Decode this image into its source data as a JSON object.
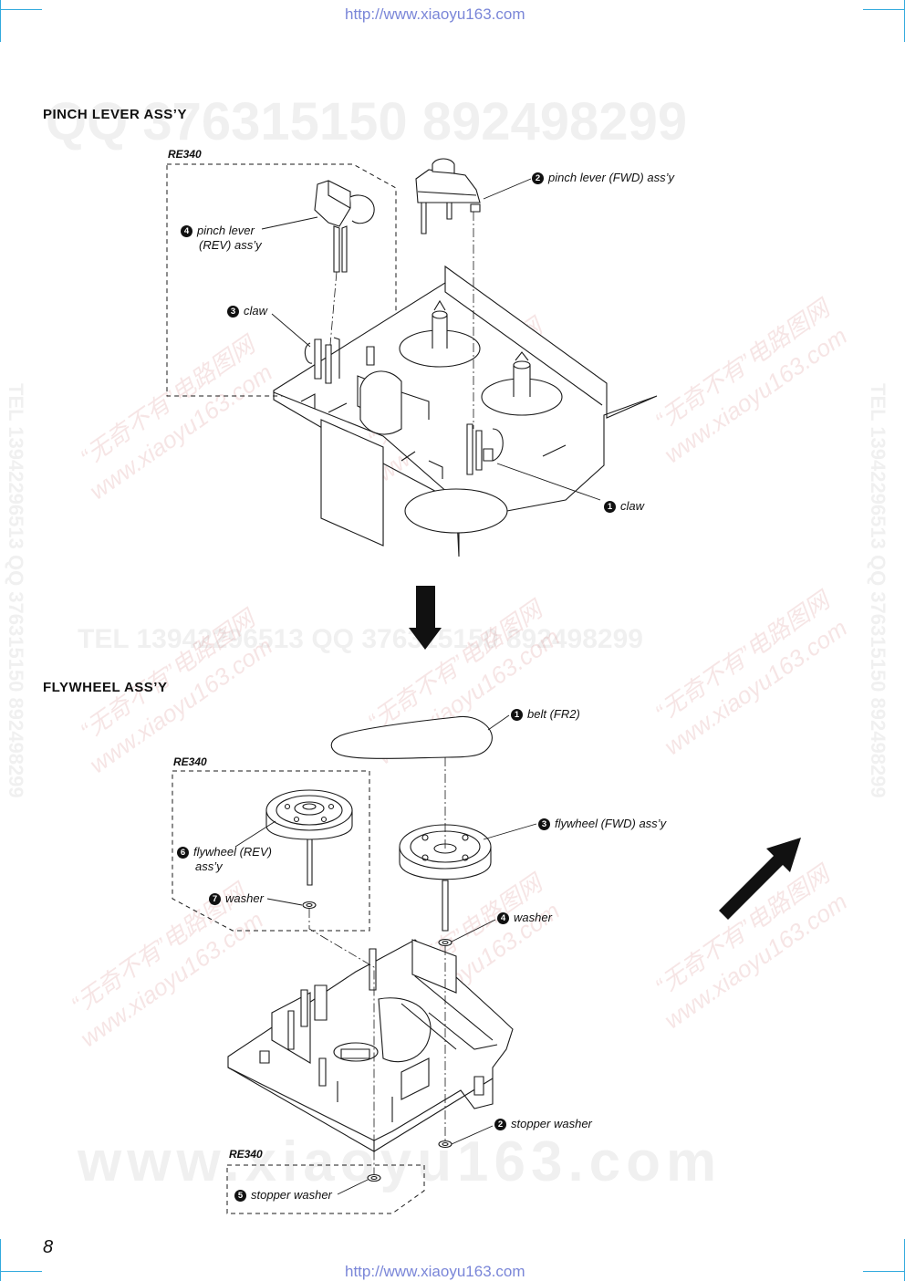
{
  "header_url": "http://www.xiaoyu163.com",
  "footer_url": "http://www.xiaoyu163.com",
  "page_number": "8",
  "watermarks": {
    "top_qq": "QQ 376315150   892498299",
    "mid_tel": "TEL 13942296513     QQ 376315150  892498299",
    "bottom_www": "www.xiaoyu163.com",
    "side_left": "TEL 13942296513  QQ 376315150  892498299",
    "side_right": "TEL 13942296513  QQ 376315150  892498299",
    "cn_line1": "“无奇不有”电路图网",
    "cn_line2": "www.xiaoyu163.com"
  },
  "sections": {
    "pinch": {
      "title": "PINCH  LEVER  ASS’Y",
      "re_label": "RE340",
      "labels": [
        {
          "num": "2",
          "text": "pinch lever (FWD) ass’y"
        },
        {
          "num": "4",
          "text": "pinch lever",
          "text2": "(REV) ass’y"
        },
        {
          "num": "3",
          "text": "claw"
        },
        {
          "num": "1",
          "text": "claw"
        }
      ]
    },
    "flywheel": {
      "title": "FLYWHEEL  ASS’Y",
      "re_label_top": "RE340",
      "re_label_bottom": "RE340",
      "labels": [
        {
          "num": "1",
          "text": "belt (FR2)"
        },
        {
          "num": "3",
          "text": "flywheel (FWD) ass’y"
        },
        {
          "num": "6",
          "text": "flywheel (REV)",
          "text2": "ass’y"
        },
        {
          "num": "7",
          "text": "washer"
        },
        {
          "num": "4",
          "text": "washer"
        },
        {
          "num": "2",
          "text": "stopper washer"
        },
        {
          "num": "5",
          "text": "stopper washer"
        }
      ]
    }
  },
  "icons": {
    "down_arrow": "arrow-down-icon",
    "diag_arrow": "arrow-up-right-icon"
  }
}
